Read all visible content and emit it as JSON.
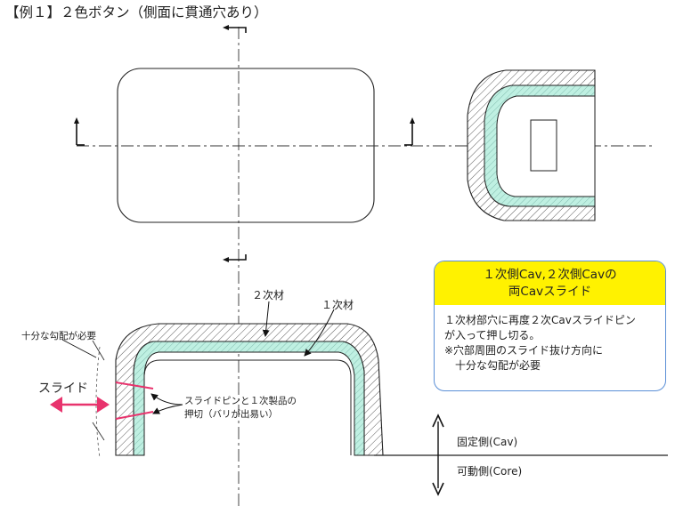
{
  "title": "【例１】２色ボタン（側面に貫通穴あり）",
  "labels": {
    "second_material": "２次材",
    "first_material": "１次材",
    "draft_needed": "十分な勾配が必要",
    "slide": "スライド",
    "pin_line1": "スライドピンと１次製品の",
    "pin_line2": "押切（バリが出易い）",
    "fixed_side": "固定側(Cav)",
    "moving_side": "可動側(Core)"
  },
  "note": {
    "heading_line1": "１次側Cav,２次側Cavの",
    "heading_line2": "両Cavスライド",
    "body": [
      "１次材部穴に再度２次Cavスライドピン",
      "が入って押し切る。",
      "※穴部周囲のスライド抜け方向に",
      "　十分な勾配が必要"
    ]
  },
  "colors": {
    "hatch": "#444444",
    "first_material_fill": "#bff0e2",
    "arrow_red": "#e8336d",
    "note_border": "#5b8fd6",
    "note_header": "#fff200"
  }
}
